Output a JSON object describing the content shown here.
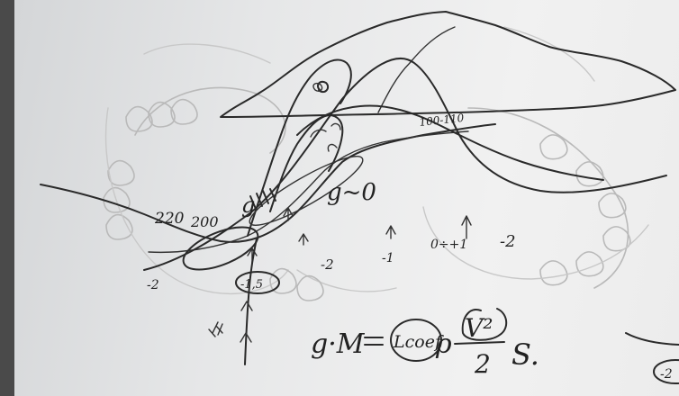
{
  "sketch": {
    "labels": {
      "speed_220": "220",
      "speed_200": "200",
      "speed_range": "100-110",
      "g_symbol": "g",
      "g_approx_zero": "g~0",
      "minus_two_left": "-2",
      "minus_one_five": "-1,5",
      "minus_two_mid": "-2",
      "minus_one": "-1",
      "zero_plus_one": "0÷+1",
      "minus_two_right": "-2",
      "minus_two_edge": "-2"
    },
    "formula": {
      "lhs": "g·M",
      "equals": "=",
      "coefficient": "Lcoef",
      "density": "ρ",
      "velocity_numerator": "V²",
      "velocity_denominator": "2",
      "area": "S."
    }
  }
}
